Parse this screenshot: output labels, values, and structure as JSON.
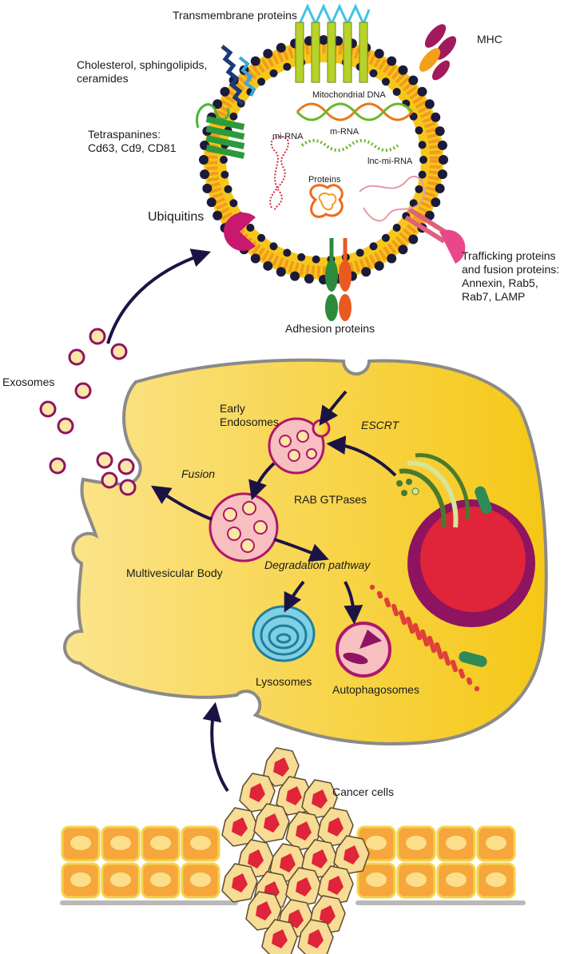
{
  "exosome": {
    "transmembrane": "Transmembrane proteins",
    "mhc": "MHC",
    "cholesterol_1": "Cholesterol, sphingolipids,",
    "cholesterol_2": "ceramides",
    "tetraspanines_1": "Tetraspanines:",
    "tetraspanines_2": "Cd63, Cd9, CD81",
    "ubiquitins": "Ubiquitins",
    "mito_dna": "Mitochondrial DNA",
    "mirna": "mi-RNA",
    "mrna": "m-RNA",
    "lncmirna": "lnc-mi-RNA",
    "proteins": "Proteins",
    "trafficking_1": "Trafficking proteins",
    "trafficking_2": "and fusion proteins:",
    "trafficking_3": "Annexin, Rab5,",
    "trafficking_4": "Rab7, LAMP",
    "adhesion": "Adhesion proteins"
  },
  "cell": {
    "exosomes": "Exosomes",
    "early_1": "Early",
    "early_2": "Endosomes",
    "escrt": "ESCRT",
    "fusion": "Fusion",
    "rab": "RAB GTPases",
    "mvb": "Multivesicular Body",
    "degradation": "Degradation pathway",
    "lysosomes": "Lysosomes",
    "autophagosomes": "Autophagosomes"
  },
  "tissue": {
    "cancer_cells": "Cancer cells"
  },
  "colors": {
    "cell_fill": "#fbd86a",
    "membrane_orange": "#f29a1e",
    "membrane_dot": "#1c1a3a",
    "vesicle_fill": "#f7bfc0",
    "vesicle_stroke": "#b0156b",
    "arrow": "#1c1345",
    "nucleus": "#e0243a",
    "lysosome": "#2a9bb8"
  }
}
